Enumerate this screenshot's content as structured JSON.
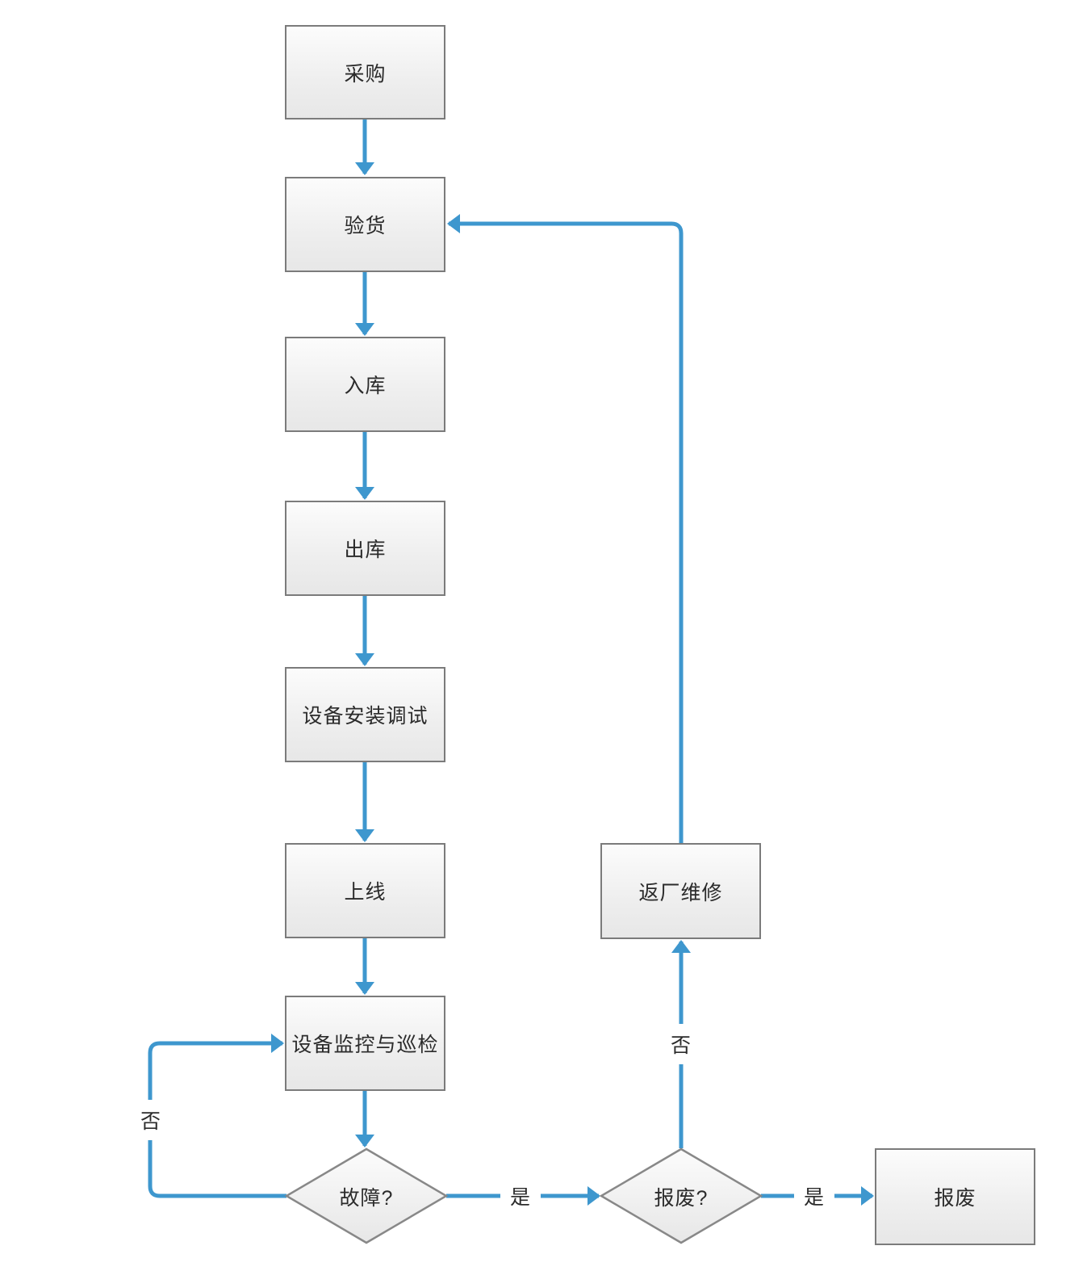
{
  "flowchart": {
    "colors": {
      "connector": "#3e97ce",
      "node_border": "#7b7b7b",
      "diamond_border": "#888888",
      "node_fill_top": "#fcfcfc",
      "node_fill_bottom": "#e7e7e7",
      "text": "#2b2b2b",
      "background": "#ffffff"
    },
    "nodes": [
      {
        "id": "procurement",
        "type": "process",
        "label": "采购"
      },
      {
        "id": "inspection",
        "type": "process",
        "label": "验货"
      },
      {
        "id": "inbound",
        "type": "process",
        "label": "入库"
      },
      {
        "id": "outbound",
        "type": "process",
        "label": "出库"
      },
      {
        "id": "install-debug",
        "type": "process",
        "label": "设备安装调试"
      },
      {
        "id": "go-online",
        "type": "process",
        "label": "上线"
      },
      {
        "id": "monitor-patrol",
        "type": "process",
        "label": "设备监控与巡检"
      },
      {
        "id": "repair-return",
        "type": "process",
        "label": "返厂维修"
      },
      {
        "id": "fault",
        "type": "decision",
        "label": "故障?"
      },
      {
        "id": "scrap-decision",
        "type": "decision",
        "label": "报废?"
      },
      {
        "id": "scrap",
        "type": "process",
        "label": "报废"
      }
    ],
    "edges": [
      {
        "from": "采购",
        "to": "验货",
        "label": ""
      },
      {
        "from": "验货",
        "to": "入库",
        "label": ""
      },
      {
        "from": "入库",
        "to": "出库",
        "label": ""
      },
      {
        "from": "出库",
        "to": "设备安装调试",
        "label": ""
      },
      {
        "from": "设备安装调试",
        "to": "上线",
        "label": ""
      },
      {
        "from": "上线",
        "to": "设备监控与巡检",
        "label": ""
      },
      {
        "from": "设备监控与巡检",
        "to": "故障?",
        "label": ""
      },
      {
        "from": "故障?",
        "to": "报废?",
        "label": "是"
      },
      {
        "from": "报废?",
        "to": "报废",
        "label": "是"
      },
      {
        "from": "报废?",
        "to": "返厂维修",
        "label": "否"
      },
      {
        "from": "返厂维修",
        "to": "验货",
        "label": ""
      },
      {
        "from": "故障?",
        "to": "设备监控与巡检",
        "label": "否"
      }
    ]
  }
}
